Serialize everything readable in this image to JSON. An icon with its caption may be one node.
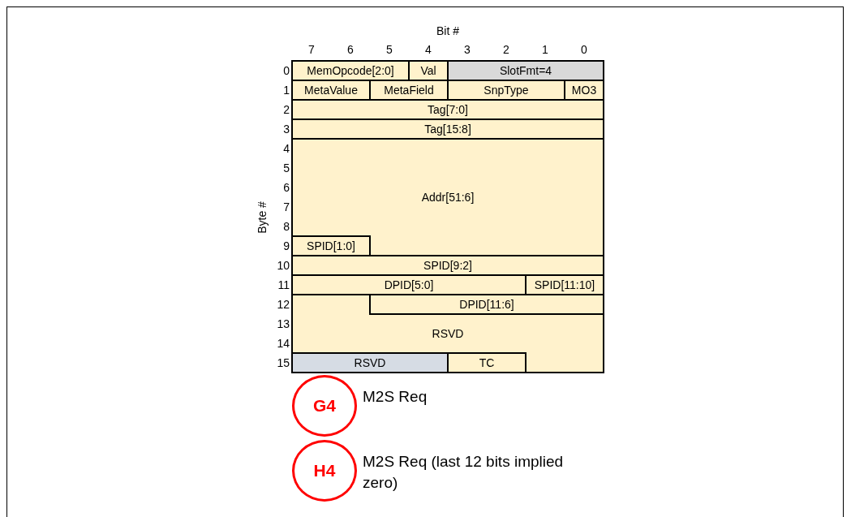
{
  "diagram": {
    "nodes": [
      {
        "text": [
          "MemOpcode[2:0]"
        ]
      },
      {
        "text": [
          "Val"
        ]
      },
      {
        "text": [
          "SlotFmt=4"
        ]
      },
      {
        "text": [
          "MetaValue"
        ]
      },
      {
        "text": [
          "MetaField"
        ]
      },
      {
        "text": [
          "SnpType"
        ]
      },
      {
        "text": [
          "MO3"
        ]
      },
      {
        "text": [
          "Tag[7:0]"
        ]
      },
      {
        "text": [
          "Tag[15:8]"
        ]
      },
      {
        "text": [
          "Addr[51:6]"
        ]
      },
      {
        "text": [
          "SPID[1:0]"
        ]
      },
      {
        "text": [
          "SPID[9:2]"
        ]
      },
      {
        "text": [
          "DPID[5:0]"
        ]
      },
      {
        "text": [
          "SPID[11:10]"
        ]
      },
      {
        "text": [
          "DPID[11:6]"
        ]
      },
      {
        "text": [
          "RSVD"
        ]
      },
      {
        "text": [
          "RSVD"
        ]
      },
      {
        "text": [
          "TC"
        ]
      },
      {
        "text": [
          "G4"
        ],
        "beside": [
          "M2S Req"
        ]
      },
      {
        "text": [
          "H4"
        ],
        "beside": [
          "M2S Req (last 12 bits implied zero)"
        ]
      }
    ],
    "labels": [
      "Bit #",
      "7",
      "6",
      "5",
      "4",
      "3",
      "2",
      "1",
      "0",
      "Byte #",
      "0",
      "1",
      "2",
      "3",
      "4",
      "5",
      "6",
      "7",
      "8",
      "9",
      "10",
      "11",
      "12",
      "13",
      "14",
      "15"
    ]
  }
}
